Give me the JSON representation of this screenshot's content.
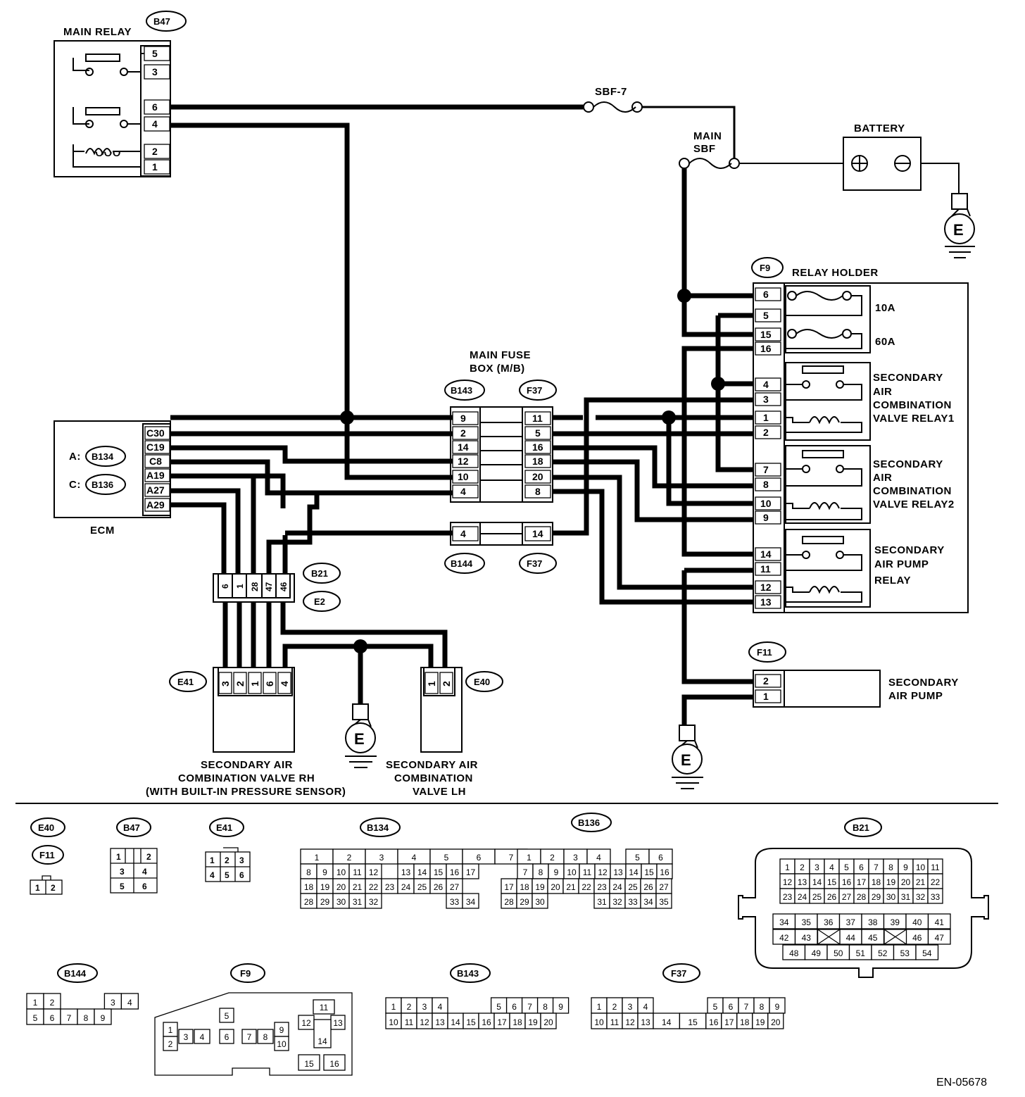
{
  "components": {
    "main_relay": {
      "label": "MAIN RELAY",
      "tag": "B47",
      "pins": [
        "5",
        "3",
        "6",
        "4",
        "2",
        "1"
      ]
    },
    "battery": {
      "label": "BATTERY"
    },
    "fuse_sbf7": {
      "label": "SBF-7"
    },
    "main_sbf": {
      "label_line1": "MAIN",
      "label_line2": "SBF"
    },
    "ground_symbol": "E",
    "ecm": {
      "label": "ECM",
      "conn_a_prefix": "A:",
      "conn_a_tag": "B134",
      "conn_c_prefix": "C:",
      "conn_c_tag": "B136",
      "pins": [
        "C30",
        "C19",
        "C8",
        "A19",
        "A27",
        "A29"
      ]
    },
    "main_fuse_box": {
      "label_line1": "MAIN FUSE",
      "label_line2": "BOX (M/B)",
      "tag_left": "B143",
      "tag_right": "F37",
      "tag_left_bottom": "B144",
      "tag_right_bottom": "F37",
      "left_pins": [
        "9",
        "2",
        "14",
        "12",
        "10",
        "4"
      ],
      "right_pins": [
        "11",
        "5",
        "16",
        "18",
        "20",
        "8"
      ],
      "b144_pin": "4",
      "f37_pin": "14"
    },
    "relay_holder": {
      "tag": "F9",
      "label": "RELAY HOLDER",
      "pins": [
        "6",
        "5",
        "15",
        "16",
        "4",
        "3",
        "1",
        "2",
        "7",
        "8",
        "10",
        "9",
        "14",
        "11",
        "12",
        "13"
      ],
      "fuse_10a": "10A",
      "fuse_60a": "60A",
      "relay1": [
        "SECONDARY",
        "AIR",
        "COMBINATION",
        "VALVE RELAY1"
      ],
      "relay2": [
        "SECONDARY",
        "AIR",
        "COMBINATION",
        "VALVE RELAY2"
      ],
      "pump_relay": [
        "SECONDARY",
        "AIR PUMP",
        "RELAY"
      ]
    },
    "joint": {
      "tag_top": "B21",
      "tag_bottom": "E2",
      "pins": [
        "6",
        "1",
        "28",
        "47",
        "46"
      ]
    },
    "valve_rh": {
      "tag": "E41",
      "pins": [
        "3",
        "2",
        "1",
        "6",
        "4"
      ],
      "label": [
        "SECONDARY AIR",
        "COMBINATION VALVE RH",
        "(WITH BUILT-IN PRESSURE SENSOR)"
      ]
    },
    "valve_lh": {
      "tag": "E40",
      "pins": [
        "1",
        "2"
      ],
      "label": [
        "SECONDARY AIR",
        "COMBINATION",
        "VALVE LH"
      ]
    },
    "air_pump": {
      "tag": "F11",
      "pins": [
        "2",
        "1"
      ],
      "label": [
        "SECONDARY",
        "AIR PUMP"
      ]
    }
  },
  "connector_views": {
    "e40": {
      "tag": "E40",
      "cells": [
        "1",
        "2"
      ]
    },
    "f11": {
      "tag": "F11"
    },
    "b47": {
      "tag": "B47",
      "cells": [
        "1",
        "2",
        "3",
        "4",
        "5",
        "6"
      ]
    },
    "e41": {
      "tag": "E41",
      "cells": [
        "1",
        "2",
        "3",
        "4",
        "5",
        "6"
      ]
    },
    "b134": {
      "tag": "B134",
      "rows": [
        [
          "1",
          "2",
          "3",
          "4",
          "5",
          "6",
          "7"
        ],
        [
          "8",
          "9",
          "10",
          "11",
          "12",
          "13",
          "14",
          "15",
          "16",
          "17"
        ],
        [
          "18",
          "19",
          "20",
          "21",
          "22",
          "23",
          "24",
          "25",
          "26",
          "27"
        ],
        [
          "28",
          "29",
          "30",
          "31",
          "32",
          "33",
          "34"
        ]
      ]
    },
    "b136": {
      "tag": "B136",
      "rows": [
        [
          "1",
          "2",
          "3",
          "4",
          "5",
          "6"
        ],
        [
          "7",
          "8",
          "9",
          "10",
          "11",
          "12",
          "13",
          "14",
          "15",
          "16"
        ],
        [
          "17",
          "18",
          "19",
          "20",
          "21",
          "22",
          "23",
          "24",
          "25",
          "26",
          "27"
        ],
        [
          "28",
          "29",
          "30",
          "31",
          "32",
          "33",
          "34",
          "35"
        ]
      ]
    },
    "b21": {
      "tag": "B21",
      "rows": [
        [
          "1",
          "2",
          "3",
          "4",
          "5",
          "6",
          "7",
          "8",
          "9",
          "10",
          "11"
        ],
        [
          "12",
          "13",
          "14",
          "15",
          "16",
          "17",
          "18",
          "19",
          "20",
          "21",
          "22"
        ],
        [
          "23",
          "24",
          "25",
          "26",
          "27",
          "28",
          "29",
          "30",
          "31",
          "32",
          "33"
        ],
        [
          "34",
          "35",
          "36",
          "37",
          "38",
          "39",
          "40",
          "41"
        ],
        [
          "42",
          "43",
          "44",
          "45",
          "46",
          "47"
        ],
        [
          "48",
          "49",
          "50",
          "51",
          "52",
          "53",
          "54"
        ]
      ]
    },
    "b144": {
      "tag": "B144",
      "rows": [
        [
          "1",
          "2",
          "3",
          "4"
        ],
        [
          "5",
          "6",
          "7",
          "8",
          "9"
        ]
      ]
    },
    "f9": {
      "tag": "F9",
      "cells": [
        "1",
        "2",
        "3",
        "4",
        "5",
        "6",
        "7",
        "8",
        "9",
        "10",
        "11",
        "12",
        "13",
        "14",
        "15",
        "16"
      ]
    },
    "b143": {
      "tag": "B143",
      "rows": [
        [
          "1",
          "2",
          "3",
          "4",
          "5",
          "6",
          "7",
          "8",
          "9"
        ],
        [
          "10",
          "11",
          "12",
          "13",
          "14",
          "15",
          "16",
          "17",
          "18",
          "19",
          "20"
        ]
      ]
    },
    "f37": {
      "tag": "F37",
      "rows": [
        [
          "1",
          "2",
          "3",
          "4",
          "5",
          "6",
          "7",
          "8",
          "9"
        ],
        [
          "10",
          "11",
          "12",
          "13",
          "14",
          "15",
          "16",
          "17",
          "18",
          "19",
          "20"
        ]
      ]
    }
  },
  "doc_code": "EN-05678"
}
